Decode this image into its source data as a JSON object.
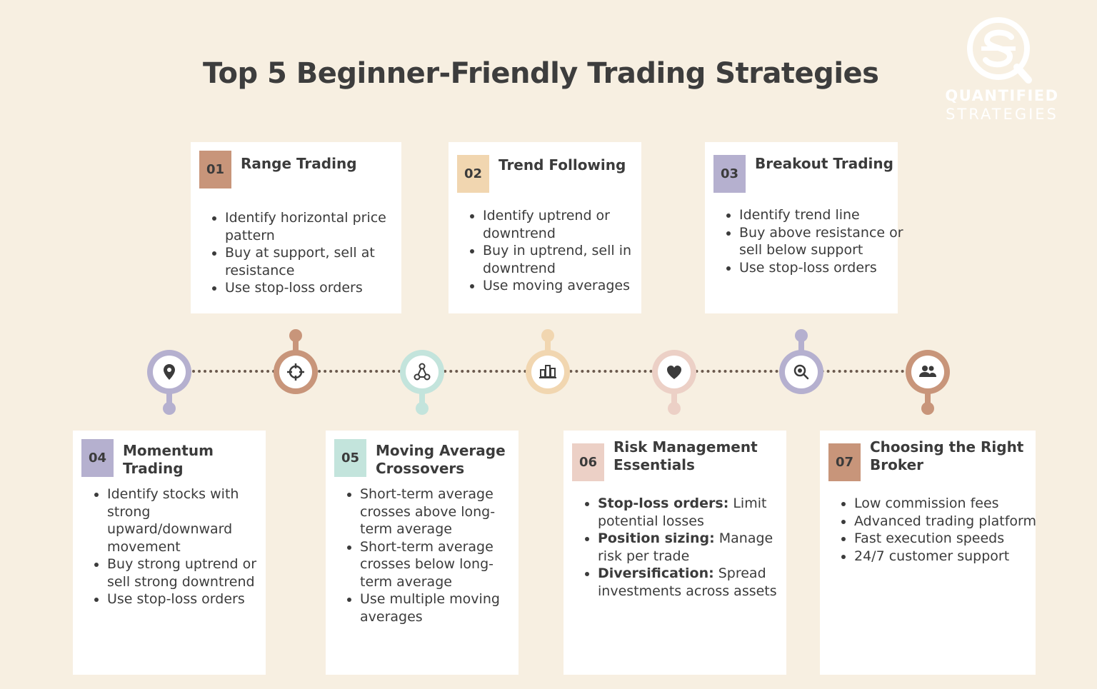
{
  "title": "Top 5 Beginner-Friendly Trading Strategies",
  "logo": {
    "line1": "QUANTIFIED",
    "line2": "STRATEGIES"
  },
  "colors": {
    "background": "#f7efe1",
    "brown": "#c8957a",
    "peach": "#f1d6b0",
    "lavender": "#b5b0cf",
    "mint": "#c3e4dc",
    "pink": "#ecd0c6"
  },
  "timeline_icons": [
    "map-pin",
    "crosshair-target",
    "network-nodes",
    "bar-chart",
    "heart",
    "magnifier",
    "users"
  ],
  "cards": [
    {
      "num": "01",
      "title": "Range Trading",
      "items": [
        {
          "text": "Identify horizontal price pattern"
        },
        {
          "text": "Buy at support, sell at resistance"
        },
        {
          "text": "Use stop-loss orders"
        }
      ]
    },
    {
      "num": "02",
      "title": "Trend Following",
      "items": [
        {
          "text": "Identify uptrend or downtrend"
        },
        {
          "text": "Buy in uptrend, sell in downtrend"
        },
        {
          "text": "Use moving averages"
        }
      ]
    },
    {
      "num": "03",
      "title": "Breakout Trading",
      "items": [
        {
          "text": "Identify trend line"
        },
        {
          "text": "Buy above resistance or sell below support"
        },
        {
          "text": "Use stop-loss orders"
        }
      ]
    },
    {
      "num": "04",
      "title": "Momentum Trading",
      "items": [
        {
          "text": "Identify stocks with strong upward/downward movement"
        },
        {
          "text": "Buy strong uptrend or sell strong downtrend"
        },
        {
          "text": "Use stop-loss orders"
        }
      ]
    },
    {
      "num": "05",
      "title": "Moving Average Crossovers",
      "items": [
        {
          "text": "Short-term average crosses above long-term average"
        },
        {
          "text": "Short-term average crosses below long-term average"
        },
        {
          "text": "Use multiple moving averages"
        }
      ]
    },
    {
      "num": "06",
      "title": "Risk Management Essentials",
      "items": [
        {
          "bold": "Stop-loss orders:",
          "text": " Limit potential losses"
        },
        {
          "bold": "Position sizing:",
          "text": " Manage risk per trade"
        },
        {
          "bold": "Diversification:",
          "text": " Spread investments across assets"
        }
      ]
    },
    {
      "num": "07",
      "title": "Choosing the Right Broker",
      "items": [
        {
          "text": "Low commission fees"
        },
        {
          "text": "Advanced trading platform"
        },
        {
          "text": "Fast execution speeds"
        },
        {
          "text": "24/7 customer support"
        }
      ]
    }
  ]
}
